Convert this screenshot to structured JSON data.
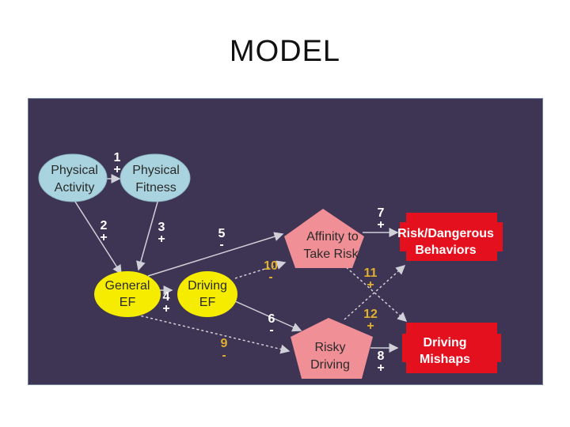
{
  "slide": {
    "title": "MODEL"
  },
  "colors": {
    "background": "#3e3453",
    "ellipse_blue": "#a9d3de",
    "ellipse_yellow": "#f5ec00",
    "node_pink": "#f08f95",
    "node_red": "#e4101e",
    "arrow": "#cfd0d8",
    "label_white": "#ffffff",
    "label_orange": "#e0b030"
  },
  "nodes": {
    "physical_activity": {
      "line1": "Physical",
      "line2": "Activity"
    },
    "physical_fitness": {
      "line1": "Physical",
      "line2": "Fitness"
    },
    "general_ef": {
      "line1": "General",
      "line2": "EF"
    },
    "driving_ef": {
      "line1": "Driving",
      "line2": "EF"
    },
    "affinity": {
      "line1": "Affinity to",
      "line2": "Take Risk"
    },
    "risky_driving": {
      "line1": "Risky",
      "line2": "Driving"
    },
    "risk_behaviors": {
      "line1": "Risk/Dangerous",
      "line2": "Behaviors"
    },
    "driving_mishaps": {
      "line1": "Driving",
      "line2": "Mishaps"
    }
  },
  "paths": [
    {
      "id": "1",
      "num": "1",
      "sign": "+",
      "color": "white"
    },
    {
      "id": "2",
      "num": "2",
      "sign": "+",
      "color": "white"
    },
    {
      "id": "3",
      "num": "3",
      "sign": "+",
      "color": "white"
    },
    {
      "id": "4",
      "num": "4",
      "sign": "+",
      "color": "white"
    },
    {
      "id": "5",
      "num": "5",
      "sign": "-",
      "color": "white"
    },
    {
      "id": "6",
      "num": "6",
      "sign": "-",
      "color": "white"
    },
    {
      "id": "7",
      "num": "7",
      "sign": "+",
      "color": "white"
    },
    {
      "id": "8",
      "num": "8",
      "sign": "+",
      "color": "white"
    },
    {
      "id": "9",
      "num": "9",
      "sign": "-",
      "color": "orange"
    },
    {
      "id": "10",
      "num": "10",
      "sign": "-",
      "color": "orange"
    },
    {
      "id": "11",
      "num": "11",
      "sign": "+",
      "color": "orange"
    },
    {
      "id": "12",
      "num": "12",
      "sign": "+",
      "color": "orange"
    }
  ]
}
